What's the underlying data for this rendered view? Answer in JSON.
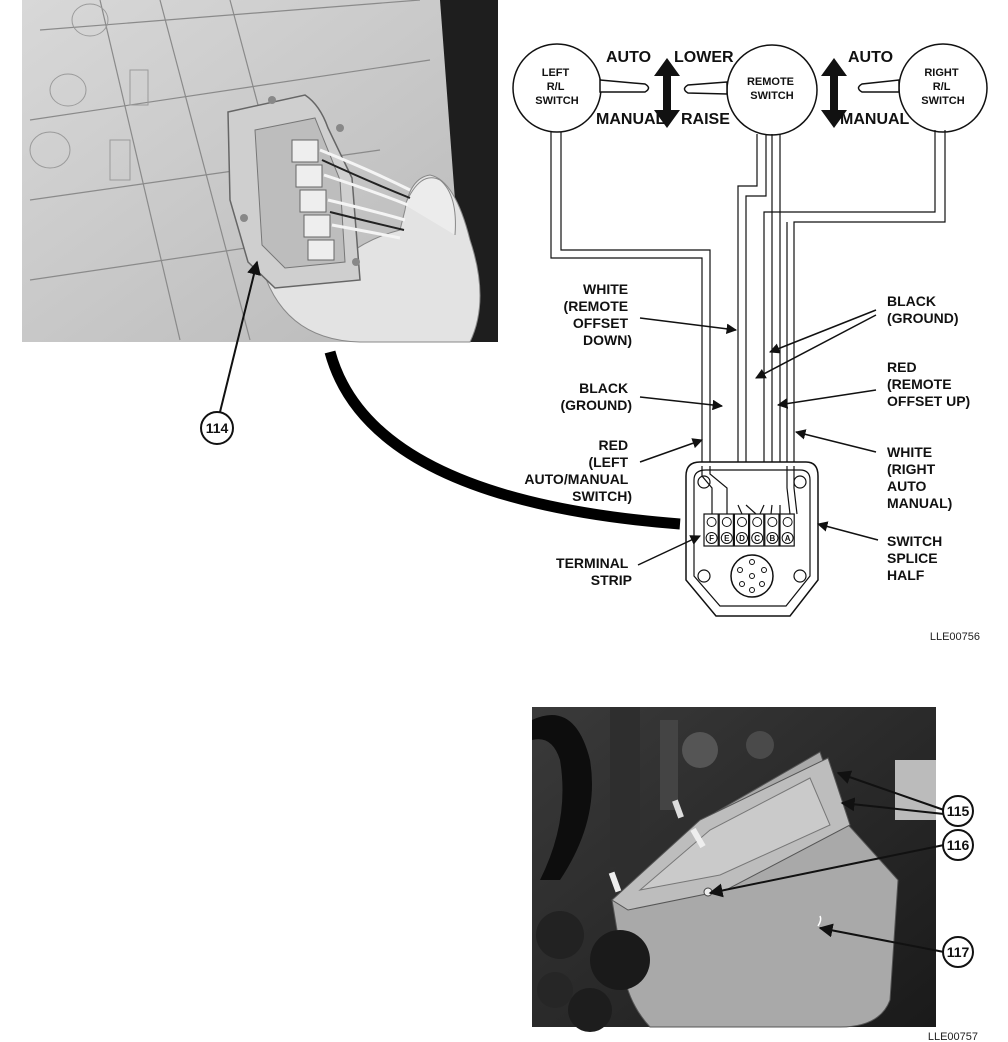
{
  "top_figure": {
    "switches": {
      "left": [
        "LEFT",
        "R/L",
        "SWITCH"
      ],
      "remote": [
        "REMOTE",
        "SWITCH"
      ],
      "right": [
        "RIGHT",
        "R/L",
        "SWITCH"
      ]
    },
    "positions": {
      "left_top": "AUTO",
      "left_bottom": "MANUAL",
      "remote_top": "LOWER",
      "remote_bottom": "RAISE",
      "right_top": "AUTO",
      "right_bottom": "MANUAL"
    },
    "wire_labels": {
      "white_remote_offset_down": [
        "WHITE",
        "(REMOTE",
        "OFFSET",
        "DOWN)"
      ],
      "black_ground_left": [
        "BLACK",
        "(GROUND)"
      ],
      "red_left_auto_manual": [
        "RED",
        "(LEFT",
        "AUTO/MANUAL",
        "SWITCH)"
      ],
      "terminal_strip": [
        "TERMINAL",
        "STRIP"
      ],
      "black_ground_right": [
        "BLACK",
        "(GROUND)"
      ],
      "red_remote_offset_up": [
        "RED",
        "(REMOTE",
        "OFFSET UP)"
      ],
      "white_right_auto_manual": [
        "WHITE",
        "(RIGHT",
        "AUTO",
        "MANUAL)"
      ],
      "switch_splice_half": [
        "SWITCH",
        "SPLICE",
        "HALF"
      ]
    },
    "terminals": [
      "F",
      "E",
      "D",
      "C",
      "B",
      "A"
    ],
    "callout": "114",
    "figure_code": "LLE00756"
  },
  "bottom_figure": {
    "callouts": [
      "115",
      "116",
      "117"
    ],
    "figure_code": "LLE00757"
  }
}
